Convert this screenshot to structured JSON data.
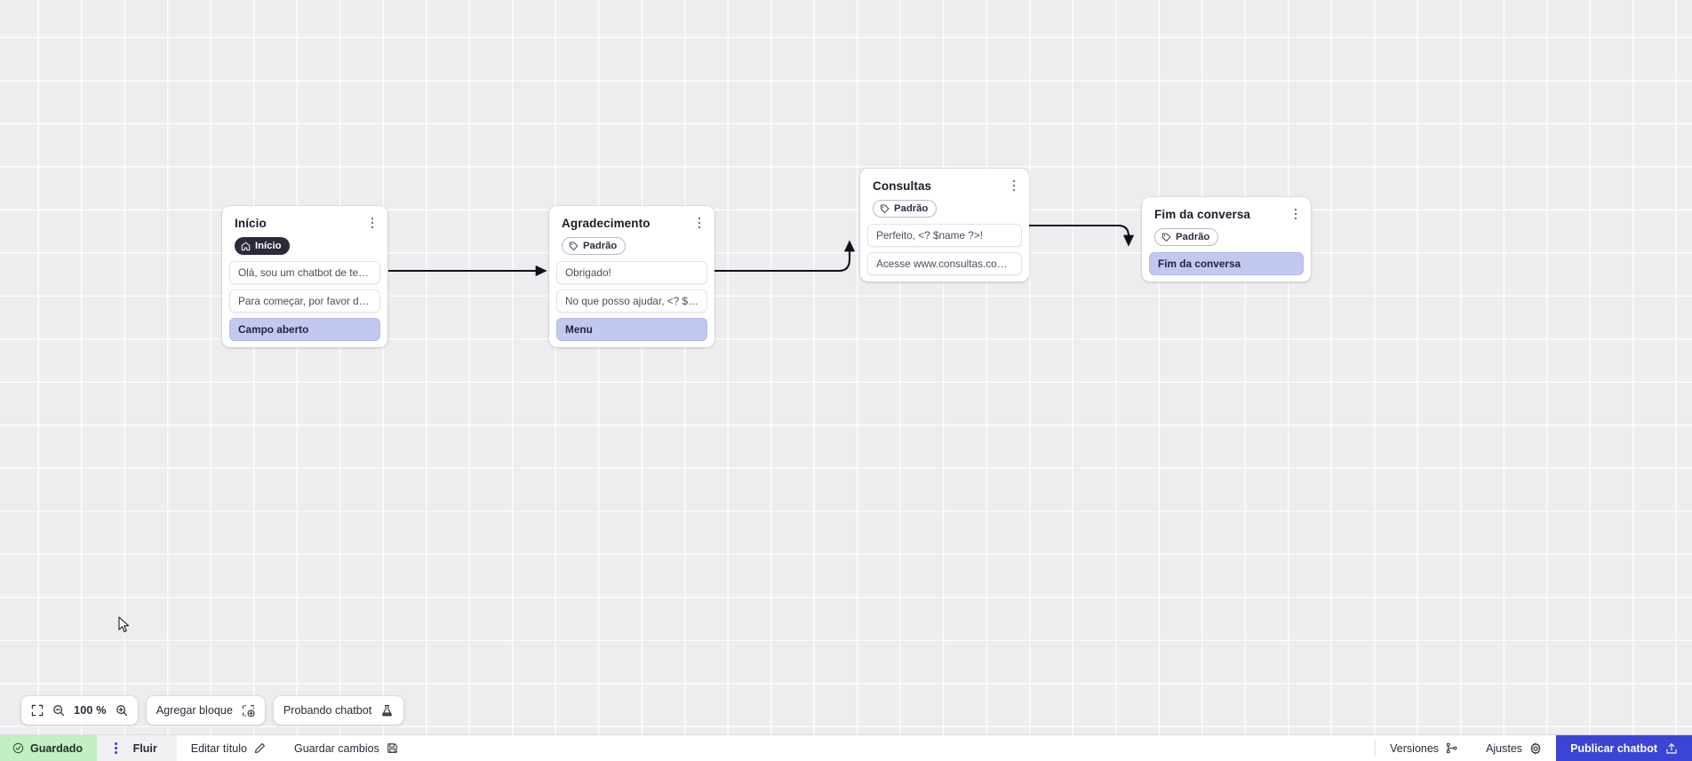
{
  "canvas": {
    "zoom_level": "100 %",
    "nodes": [
      {
        "id": "inicio",
        "title": "Início",
        "badge": {
          "label": "Início",
          "style": "dark",
          "icon": "home-icon"
        },
        "rows": [
          {
            "text": "Olá, sou um chatbot de teste!",
            "accent": false
          },
          {
            "text": "Para começar, por favor digite o ...",
            "accent": false
          },
          {
            "text": "Campo aberto",
            "accent": true
          }
        ]
      },
      {
        "id": "agradecimento",
        "title": "Agradecimento",
        "badge": {
          "label": "Padrão",
          "style": "outline",
          "icon": "tag-icon"
        },
        "rows": [
          {
            "text": "Obrigado!",
            "accent": false
          },
          {
            "text": "No que posso ajudar, <? $name ...",
            "accent": false
          },
          {
            "text": "Menu",
            "accent": true
          }
        ]
      },
      {
        "id": "consultas",
        "title": "Consultas",
        "badge": {
          "label": "Padrão",
          "style": "outline",
          "icon": "tag-icon"
        },
        "rows": [
          {
            "text": "Perfeito, <? $name ?>!",
            "accent": false
          },
          {
            "text": "Acesse www.consultas.com par...",
            "accent": false
          }
        ]
      },
      {
        "id": "fim",
        "title": "Fim da conversa",
        "badge": {
          "label": "Padrão",
          "style": "outline",
          "icon": "tag-icon"
        },
        "rows": [
          {
            "text": "Fim da conversa",
            "accent": true
          }
        ]
      }
    ]
  },
  "toolbar": {
    "fit_icon": "fit-screen-icon",
    "zoom_out_icon": "zoom-out-icon",
    "zoom_in_icon": "zoom-in-icon",
    "zoom_value": "100 %",
    "add_block_label": "Agregar bloque",
    "add_block_icon": "add-block-icon",
    "test_chatbot_label": "Probando chatbot",
    "test_chatbot_icon": "flask-icon"
  },
  "status_bar": {
    "saved_label": "Guardado",
    "saved_icon": "check-circle-icon",
    "kebab_icon": "more-vertical-icon",
    "tab_label": "Fluir",
    "edit_title_label": "Editar título",
    "edit_title_icon": "pencil-icon",
    "save_changes_label": "Guardar cambios",
    "save_changes_icon": "save-icon",
    "versions_label": "Versiones",
    "versions_icon": "branch-icon",
    "settings_label": "Ajustes",
    "settings_icon": "gear-icon",
    "publish_label": "Publicar chatbot",
    "publish_icon": "upload-icon"
  },
  "colors": {
    "canvas_bg": "#ededef",
    "accent_row": "#c3c8f0",
    "publish_blue": "#3b44d4",
    "saved_green": "#c4eec4",
    "badge_dark": "#2b2a3d"
  }
}
